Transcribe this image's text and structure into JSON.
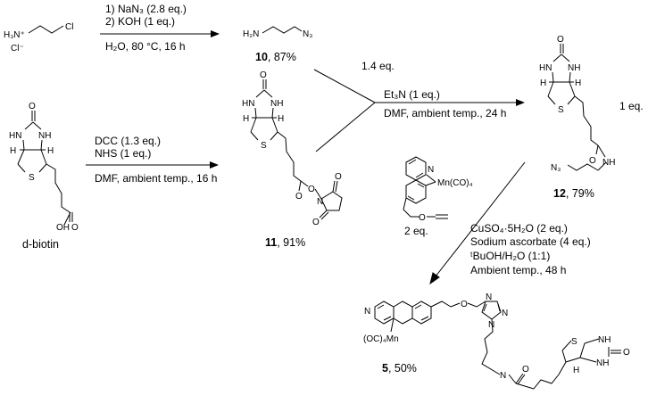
{
  "reaction1": {
    "reagent_1": "1) NaN₃ (2.8 eq.)",
    "reagent_2": "2) KOH (1 eq.)",
    "conditions": "H₂O, 80 °C, 16 h"
  },
  "start_material": {
    "cation": "H₃N⁺",
    "chain_end": "Cl",
    "counterion": "Cl⁻"
  },
  "compound_10": {
    "number": "10",
    "yield": ", 87%",
    "n_label": "H₂N",
    "azide_label": "N₃"
  },
  "reaction2": {
    "reagent_1": "DCC (1.3 eq.)",
    "reagent_2": "NHS (1 eq.)",
    "conditions": "DMF, ambient temp., 16 h"
  },
  "biotin": {
    "name": "d-biotin"
  },
  "compound_11": {
    "number": "11",
    "yield": ", 91%"
  },
  "coupling": {
    "equiv_10": "1.4 eq.",
    "base": "Et₃N (1 eq.)",
    "conditions": "DMF, ambient temp., 24 h"
  },
  "compound_12": {
    "number": "12",
    "yield": ", 79%",
    "equiv": "1 eq.",
    "azide_label": "N₃"
  },
  "alkyne_reagent": {
    "equiv": "2 eq.",
    "metal_label": "Mn(CO)₄"
  },
  "click": {
    "line_1": "CuSO₄·5H₂O (2 eq.)",
    "line_2": "Sodium ascorbate (4 eq.)",
    "line_3": "ᵗBuOH/H₂O (1:1)",
    "line_4": "Ambient temp., 48 h"
  },
  "compound_5": {
    "number": "5",
    "yield": ", 50%",
    "metal_label": "(OC)₄Mn"
  },
  "atoms": {
    "O": "O",
    "N": "N",
    "NH": "NH",
    "HN": "HN",
    "S": "S",
    "H": "H",
    "OH": "OH"
  }
}
